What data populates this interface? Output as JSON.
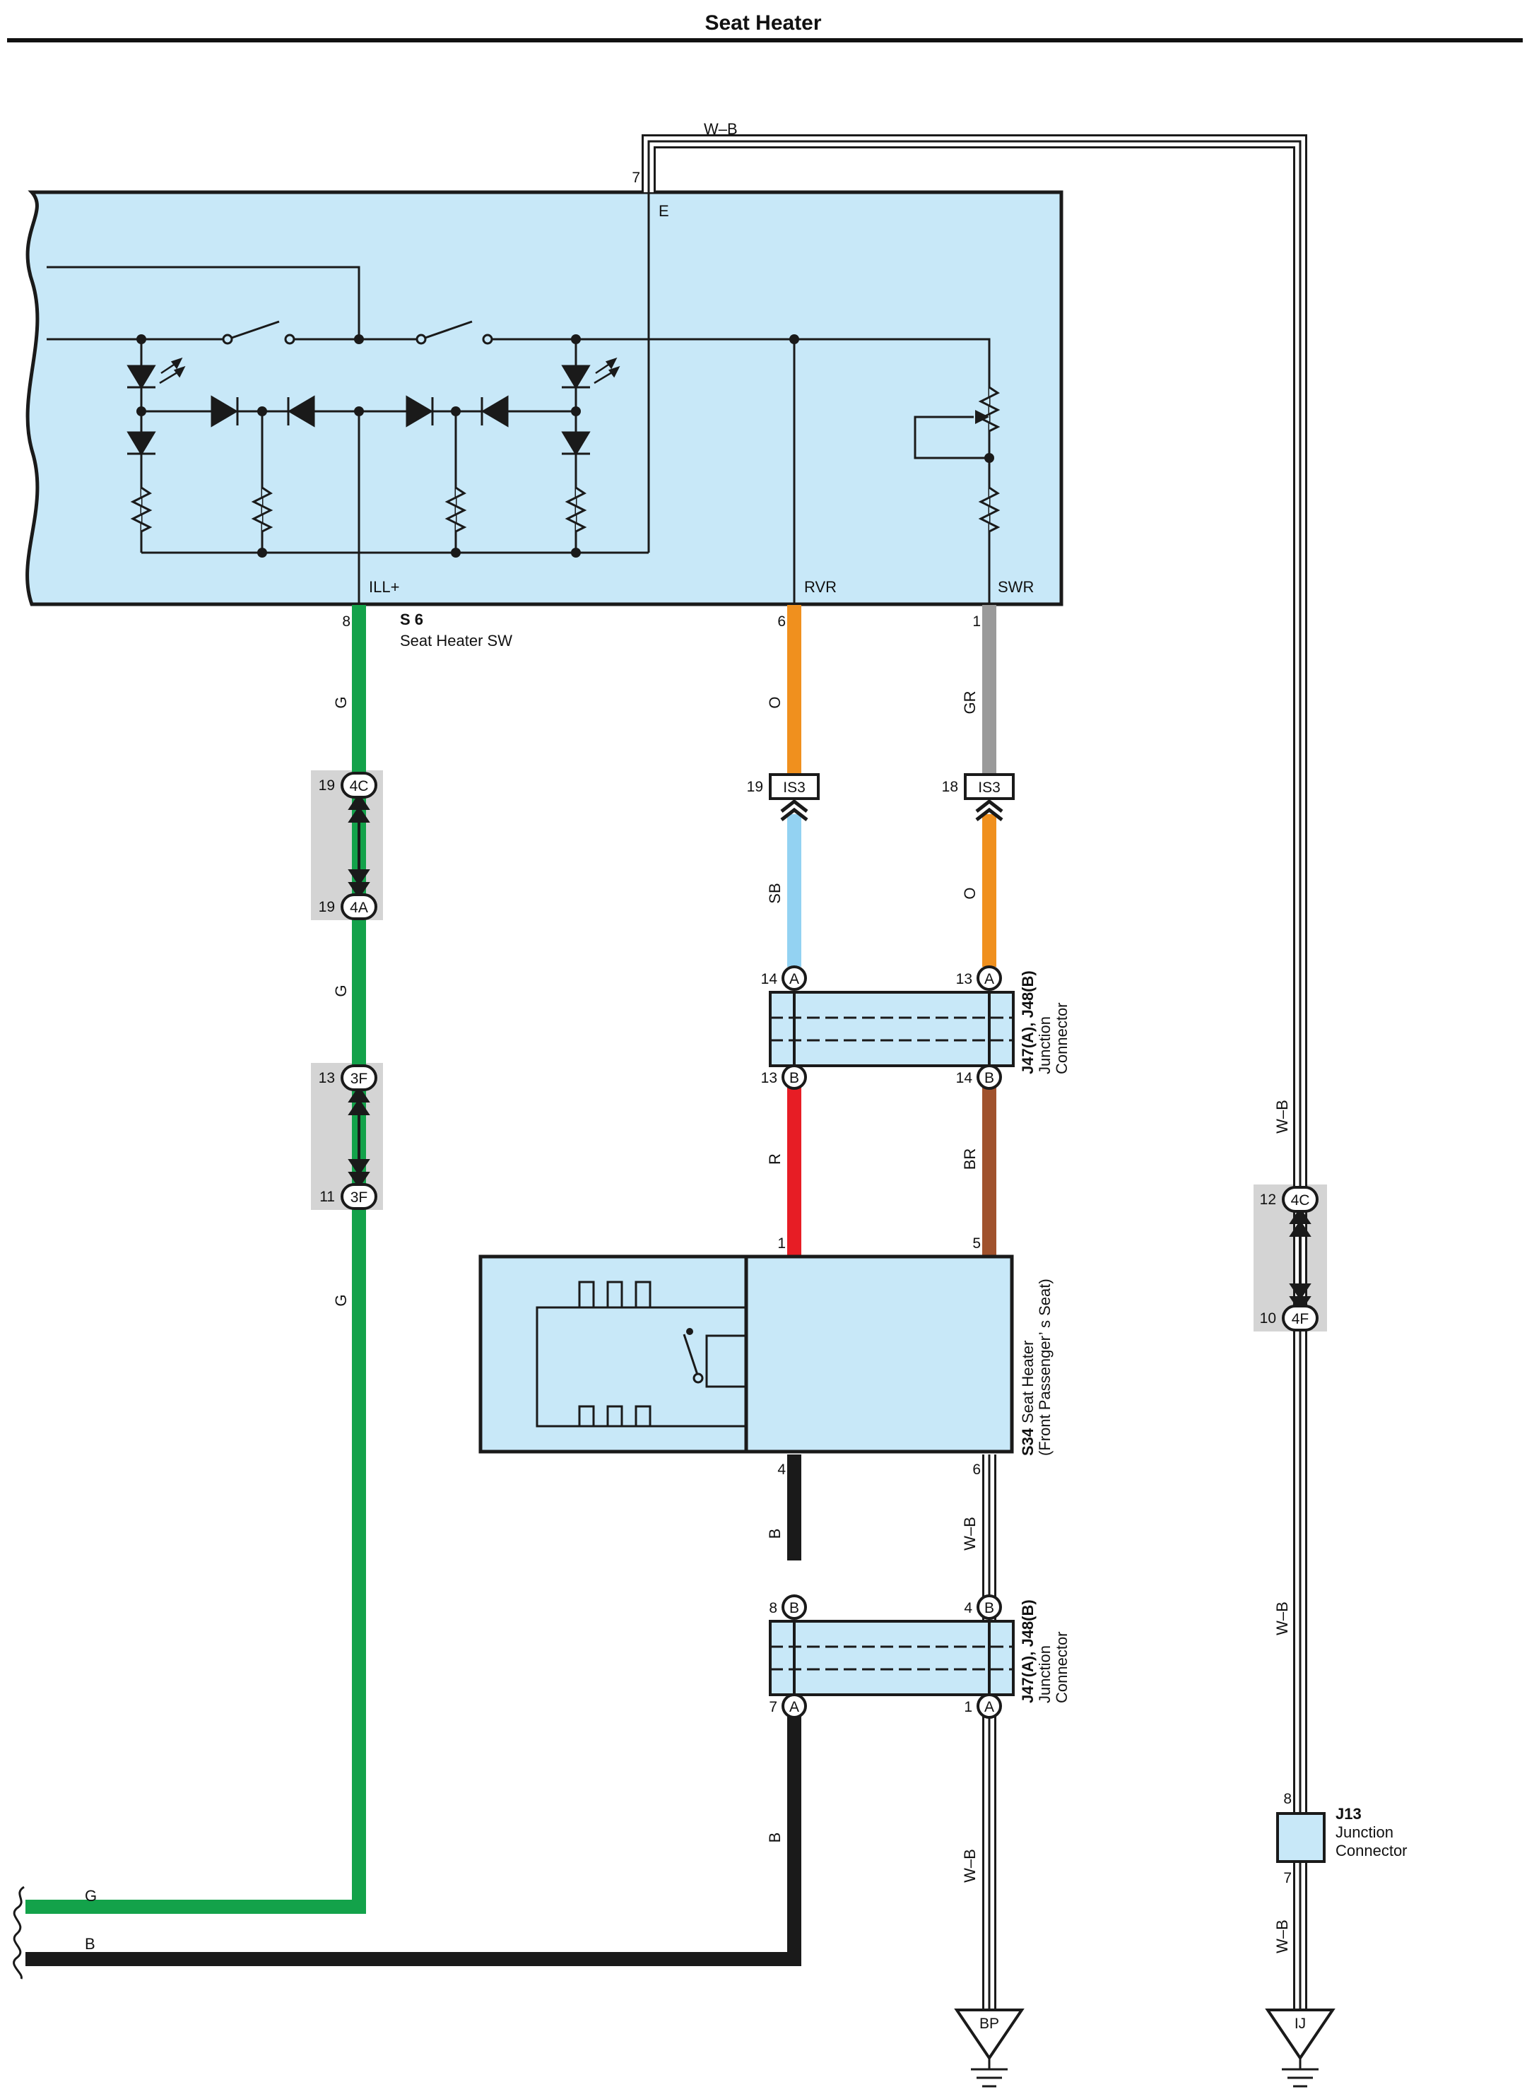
{
  "title": "Seat Heater",
  "colors": {
    "panel_fill": "#c8e8f8",
    "G": "#13a24a",
    "O": "#f0901e",
    "GR": "#9a9a9a",
    "SB": "#93d2f2",
    "R": "#e71d25",
    "BR": "#a0522d",
    "B": "#1a1a1a",
    "W-B": "#ffffff",
    "gray_box": "#d4d4d4"
  },
  "s6": {
    "code": "S 6",
    "name": "Seat Heater SW",
    "terminals": {
      "ill": "ILL+",
      "rvr": "RVR",
      "swr": "SWR",
      "e": "E"
    },
    "pins": {
      "ill": "8",
      "rvr": "6",
      "swr": "1",
      "e": "7"
    }
  },
  "wires": {
    "wb": "W–B",
    "g": "G",
    "o": "O",
    "gr": "GR",
    "sb": "SB",
    "r": "R",
    "br": "BR",
    "b": "B"
  },
  "connectors": {
    "c4c": "4C",
    "c4a": "4A",
    "c3f": "3F",
    "c4f": "4F",
    "is3": "IS3",
    "a": "A",
    "b": "B"
  },
  "pins": {
    "g_4c": "19",
    "g_4a": "19",
    "g_3f_top": "13",
    "g_3f_bot": "11",
    "is3_left": "19",
    "is3_right": "18",
    "j47_top_a_left": "14",
    "j47_top_a_right": "13",
    "j47_top_b_left": "13",
    "j47_top_b_right": "14",
    "s34_in_left": "1",
    "s34_in_right": "5",
    "s34_out_left": "4",
    "s34_out_right": "6",
    "j47_bot_b_left": "8",
    "j47_bot_b_right": "4",
    "j47_bot_a_left": "7",
    "j47_bot_a_right": "1",
    "wb_4c": "12",
    "wb_4f": "10",
    "j13_top": "8",
    "j13_bot": "7"
  },
  "j47_label": {
    "code": "J47(A), J48(B)",
    "line1": "Junction",
    "line2": "Connector"
  },
  "s34": {
    "code": "S34",
    "line1": "Seat Heater",
    "line2": "(Front Passenger’ s Seat)"
  },
  "j13": {
    "code": "J13",
    "line1": "Junction",
    "line2": "Connector"
  },
  "grounds": {
    "bp": "BP",
    "ij": "IJ"
  }
}
